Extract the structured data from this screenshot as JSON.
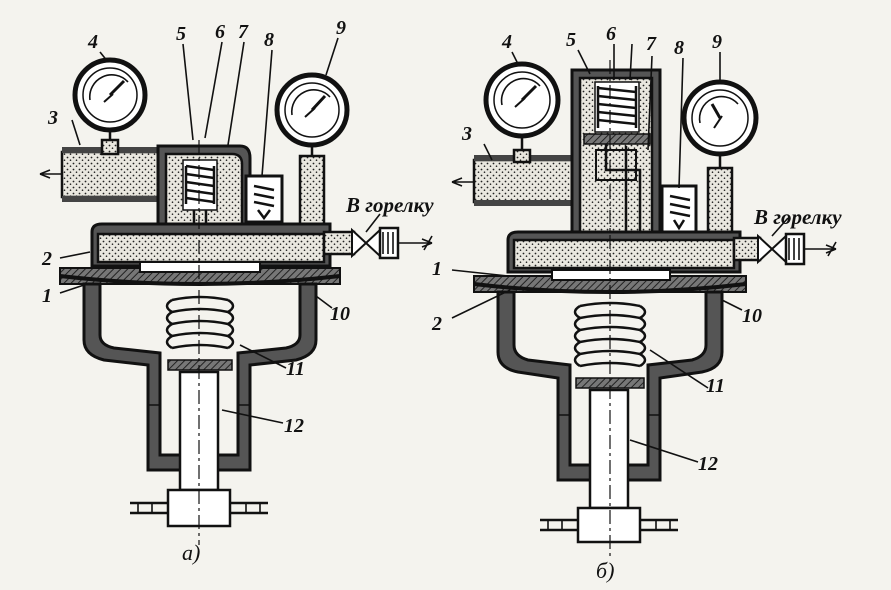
{
  "left_diagram": {
    "callouts": {
      "c1": "1",
      "c2": "2",
      "c3": "3",
      "c4": "4",
      "c5": "5",
      "c6": "6",
      "c7": "7",
      "c8": "8",
      "c9": "9",
      "c10": "10",
      "c11": "11",
      "c12": "12"
    },
    "outlet_label": "В горелку",
    "caption": "а)"
  },
  "right_diagram": {
    "callouts": {
      "c1": "1",
      "c2": "2",
      "c3": "3",
      "c4": "4",
      "c5": "5",
      "c6": "6",
      "c7": "7",
      "c8": "8",
      "c9": "9",
      "c10": "10",
      "c11": "11",
      "c12": "12"
    },
    "outlet_label": "В горелку",
    "caption": "б)"
  },
  "colors": {
    "ink": "#111111",
    "paper": "#f4f3ee",
    "wall": "#555555"
  }
}
